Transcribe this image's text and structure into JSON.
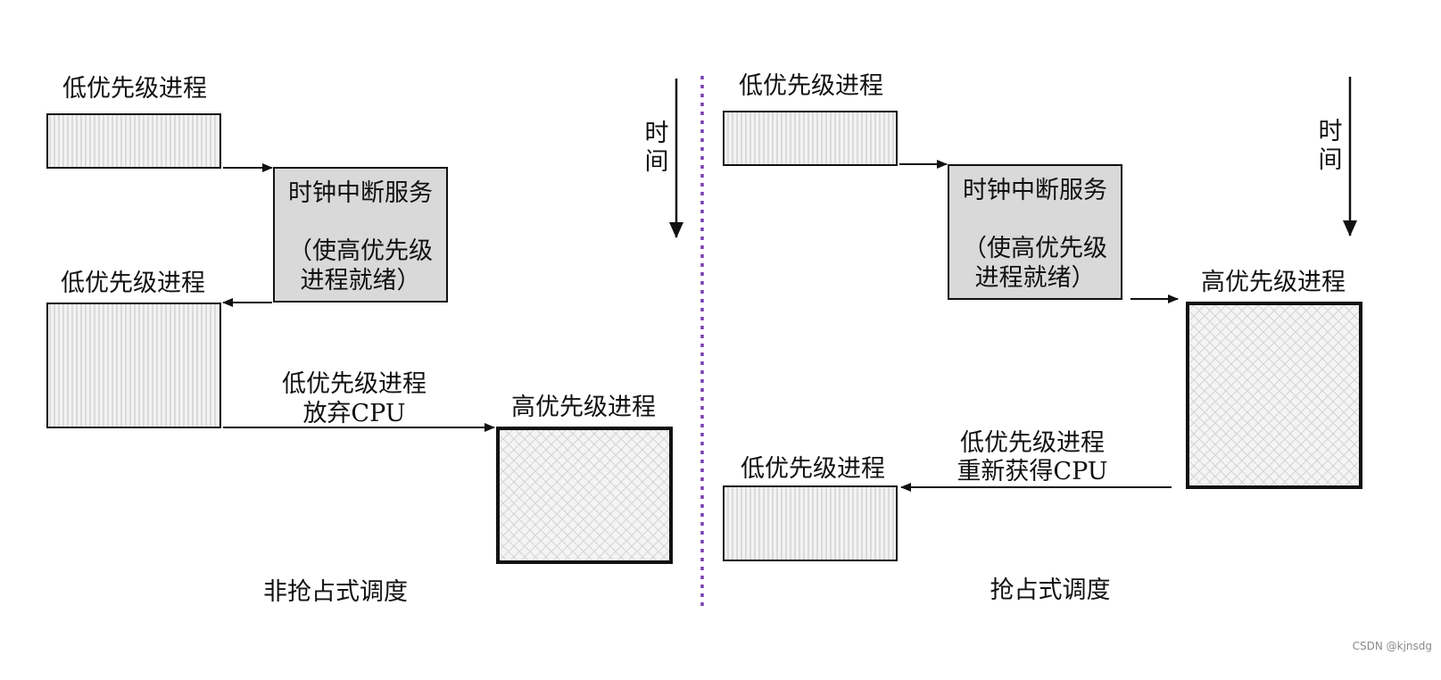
{
  "left_panel": {
    "low_process_top": "低优先级进程",
    "isr_title": "时钟中断服务",
    "isr_note_line1": "（使高优先级",
    "isr_note_line2": "进程就绪）",
    "low_process_resumed": "低优先级进程",
    "yield_line1": "低优先级进程",
    "yield_line2": "放弃CPU",
    "high_process": "高优先级进程",
    "time_char1": "时",
    "time_char2": "间",
    "caption": "非抢占式调度"
  },
  "right_panel": {
    "low_process_top": "低优先级进程",
    "isr_title": "时钟中断服务",
    "isr_note_line1": "（使高优先级",
    "isr_note_line2": "进程就绪）",
    "high_process": "高优先级进程",
    "regain_line1": "低优先级进程",
    "regain_line2": "重新获得CPU",
    "low_process_bottom": "低优先级进程",
    "time_char1": "时",
    "time_char2": "间",
    "caption": "抢占式调度"
  },
  "watermark": "CSDN @kjnsdg",
  "colors": {
    "isr_fill": "#d9d9d9",
    "divider": "#7a3fb0",
    "stroke": "#111111"
  }
}
